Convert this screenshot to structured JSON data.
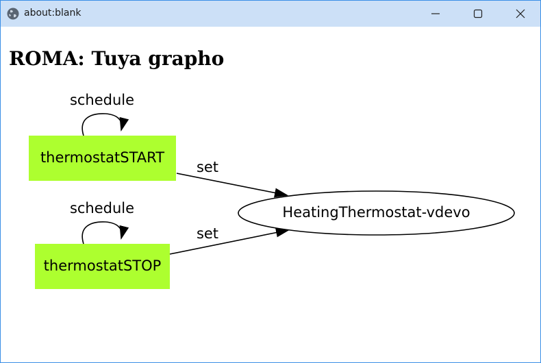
{
  "window": {
    "title": "about:blank",
    "controls": [
      "minimize",
      "maximize",
      "close"
    ]
  },
  "page": {
    "heading": "ROMA: Tuya grapho"
  },
  "graph": {
    "nodes": {
      "start": {
        "label": "thermostatSTART",
        "shape": "box",
        "fill": "#adff2f"
      },
      "stop": {
        "label": "thermostatSTOP",
        "shape": "box",
        "fill": "#adff2f"
      },
      "device": {
        "label": "HeatingThermostat-vdevo",
        "shape": "ellipse",
        "fill": "#ffffff"
      }
    },
    "edges": {
      "start_self": {
        "label": "schedule",
        "from": "thermostatSTART",
        "to": "thermostatSTART"
      },
      "stop_self": {
        "label": "schedule",
        "from": "thermostatSTOP",
        "to": "thermostatSTOP"
      },
      "start_device": {
        "label": "set",
        "from": "thermostatSTART",
        "to": "HeatingThermostat-vdevo"
      },
      "stop_device": {
        "label": "set",
        "from": "thermostatSTOP",
        "to": "HeatingThermostat-vdevo"
      }
    }
  }
}
